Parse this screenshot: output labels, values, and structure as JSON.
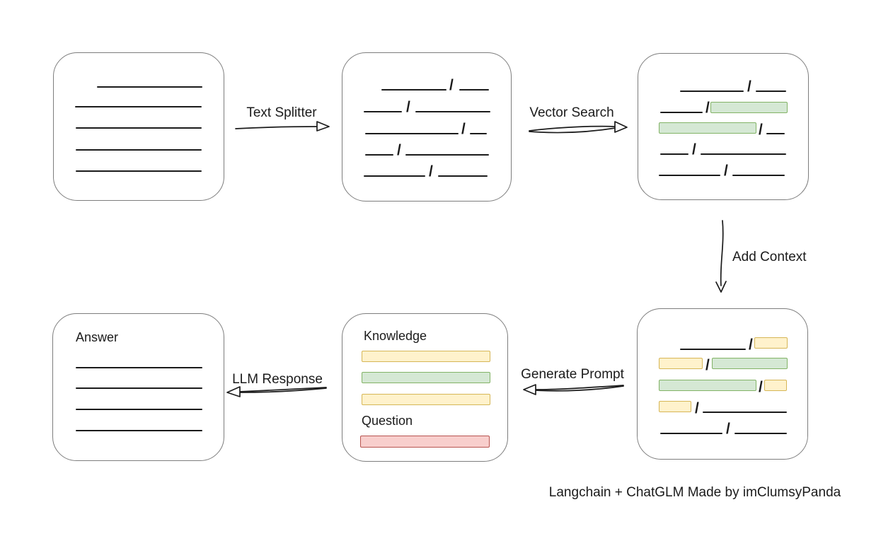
{
  "caption": "Langchain + ChatGLM Made by imClumsyPanda",
  "slash": "/",
  "colors": {
    "ink": "#1b1b1b",
    "box-border": "#7d7d7d",
    "green-fill": "#d5e8d4",
    "green-border": "#82b366",
    "yellow-fill": "#fff2cc",
    "yellow-border": "#d6b656",
    "red-fill": "#f8cecc",
    "red-border": "#b85450"
  },
  "edges": {
    "text_splitter": "Text Splitter",
    "vector_search": "Vector Search",
    "add_context": "Add Context",
    "generate_prompt": "Generate Prompt",
    "llm_response": "LLM Response"
  },
  "nodes": {
    "source_document": {
      "text_lines": 5
    },
    "split_chunks": {
      "rows": [
        [
          "line",
          "line"
        ],
        [
          "line",
          "line"
        ],
        [
          "line",
          "line"
        ],
        [
          "line",
          "line"
        ],
        [
          "line",
          "line"
        ]
      ]
    },
    "matched_chunks": {
      "rows": [
        [
          "line",
          "line"
        ],
        [
          "line",
          "green"
        ],
        [
          "green",
          "line"
        ],
        [
          "line",
          "line"
        ],
        [
          "line",
          "line"
        ]
      ]
    },
    "context_chunks": {
      "rows": [
        [
          "line",
          "yellow"
        ],
        [
          "yellow",
          "green"
        ],
        [
          "green",
          "yellow"
        ],
        [
          "yellow",
          "line"
        ],
        [
          "line",
          "line"
        ]
      ]
    },
    "prompt": {
      "knowledge_label": "Knowledge",
      "question_label": "Question",
      "bars": [
        "yellow",
        "green",
        "yellow",
        "red"
      ]
    },
    "answer": {
      "label": "Answer",
      "text_lines": 4
    }
  }
}
